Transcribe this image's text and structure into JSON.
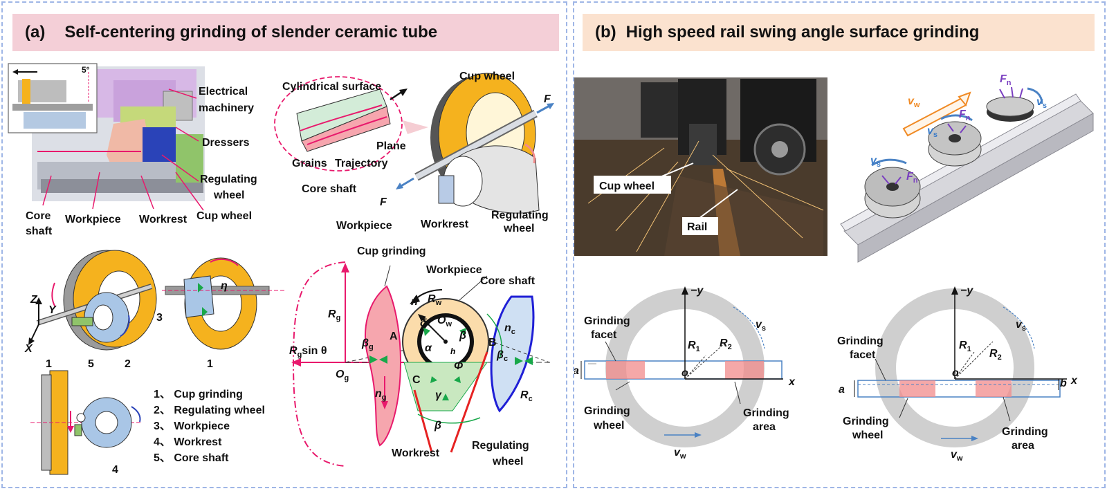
{
  "panel_a": {
    "label": "(a)",
    "title": "Self-centering grinding of slender ceramic tube",
    "inset_angle": "5°",
    "machine_labels": {
      "electrical_machinery_1": "Electrical",
      "electrical_machinery_2": "machinery",
      "dressers": "Dressers",
      "regulating_wheel_1": "Regulating",
      "regulating_wheel_2": "wheel",
      "core_shaft_1": "Core",
      "core_shaft_2": "shaft",
      "workpiece": "Workpiece",
      "workrest": "Workrest",
      "cup_wheel": "Cup wheel"
    },
    "schematic_labels": {
      "cup_wheel": "Cup wheel",
      "cylindrical_surface": "Cylindrical surface",
      "plane": "Plane",
      "grains": "Grains",
      "trajectory": "Trajectory",
      "core_shaft": "Core shaft",
      "workpiece": "Workpiece",
      "workrest": "Workrest",
      "regulating_wheel_1": "Regulating",
      "regulating_wheel_2": "wheel",
      "force": "F"
    },
    "assembly_labels": {
      "z": "Z",
      "y": "Y",
      "x": "X",
      "n1": "1",
      "n2": "2",
      "n3": "3",
      "n4": "4",
      "n5": "5",
      "eta": "η"
    },
    "legend": [
      "1、 Cup grinding",
      "2、 Regulating wheel",
      "3、 Workpiece",
      "4、 Workrest",
      "5、 Core shaft"
    ],
    "geometry_labels": {
      "cup_grinding": "Cup grinding",
      "workpiece": "Workpiece",
      "core_shaft": "Core shaft",
      "workrest": "Workrest",
      "regulating_wheel_1": "Regulating",
      "regulating_wheel_2": "wheel",
      "rg": "R",
      "rg_sub": "g",
      "rg_sin": "sin θ",
      "og": "O",
      "og_sub": "g",
      "ng": "n",
      "ng_sub": "g",
      "beta_g": "β",
      "beta_g_sub": "g",
      "n": "n",
      "rw": "R",
      "rw_sub": "w",
      "ow": "O",
      "ow_sub": "w",
      "nc": "n",
      "nc_sub": "c",
      "beta_c": "β",
      "beta_c_sub": "c",
      "rc": "R",
      "rc_sub": "c",
      "point_a": "A",
      "point_b": "B",
      "point_c": "C",
      "alpha": "α",
      "beta": "β",
      "delta": "δ",
      "h": "h",
      "phi": "Φ",
      "gamma": "γ"
    }
  },
  "panel_b": {
    "label": "(b)",
    "title": "High speed rail swing angle surface grinding",
    "photo_labels": {
      "cup_wheel": "Cup wheel",
      "rail": "Rail"
    },
    "rail_labels": {
      "vw": "v",
      "vw_sub": "w",
      "vs": "v",
      "vs_sub": "s",
      "fn": "F",
      "fn_sub": "n"
    },
    "diagram_left": {
      "neg_y": "−y",
      "x": "x",
      "o": "o",
      "a": "a",
      "r1": "R",
      "r1_sub": "1",
      "r2": "R",
      "r2_sub": "2",
      "vs": "v",
      "vs_sub": "s",
      "vw": "v",
      "vw_sub": "w",
      "grinding_facet_1": "Grinding",
      "grinding_facet_2": "facet",
      "grinding_wheel_1": "Grinding",
      "grinding_wheel_2": "wheel",
      "grinding_area_1": "Grinding",
      "grinding_area_2": "area"
    },
    "diagram_right": {
      "neg_y": "−y",
      "x": "x",
      "o": "o",
      "a": "a",
      "b": "b",
      "r1": "R",
      "r1_sub": "1",
      "r2": "R",
      "r2_sub": "2",
      "vs": "v",
      "vs_sub": "s",
      "vw": "v",
      "vw_sub": "w",
      "grinding_facet_1": "Grinding",
      "grinding_facet_2": "facet",
      "grinding_wheel_1": "Grinding",
      "grinding_wheel_2": "wheel",
      "grinding_area_1": "Grinding",
      "grinding_area_2": "area"
    }
  },
  "colors": {
    "header_a": "#f4cfd7",
    "header_b": "#fbe2cf",
    "panel_border": "#9fb6e6",
    "cup_wheel_orange": "#f5b21e",
    "regulating_blue": "#a9c6e6",
    "magenta": "#e8196c",
    "green": "#19a84a",
    "grinding_area": "#f28b8b",
    "wheel_gray": "#cfcfcf"
  }
}
